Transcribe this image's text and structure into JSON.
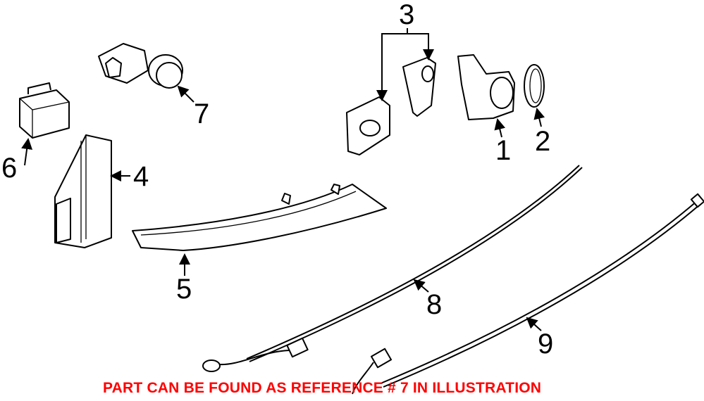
{
  "callouts": {
    "c1": "1",
    "c2": "2",
    "c3": "3",
    "c4": "4",
    "c5": "5",
    "c6": "6",
    "c7": "7",
    "c8": "8",
    "c9": "9"
  },
  "notice": "PART CAN BE FOUND AS REFERENCE # 7 IN ILLUSTRATION",
  "colors": {
    "notice": "#ff0000",
    "line": "#000000"
  }
}
